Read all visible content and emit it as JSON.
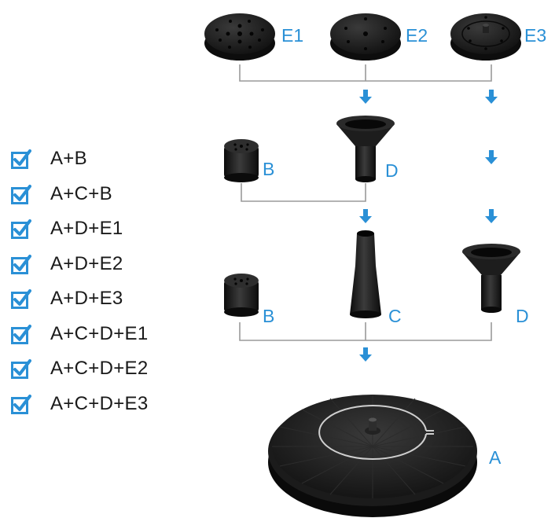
{
  "accent_color": "#2a90d6",
  "checkbox_icon": "checked-box-icon",
  "combinations": [
    "A+B",
    "A+C+B",
    "A+D+E1",
    "A+D+E2",
    "A+D+E3",
    "A+C+D+E1",
    "A+C+D+E2",
    "A+C+D+E3"
  ],
  "labels": {
    "e1": "E1",
    "e2": "E2",
    "e3": "E3",
    "b_top": "B",
    "d_top": "D",
    "b_bottom": "B",
    "c": "C",
    "d_bottom": "D",
    "a": "A"
  }
}
